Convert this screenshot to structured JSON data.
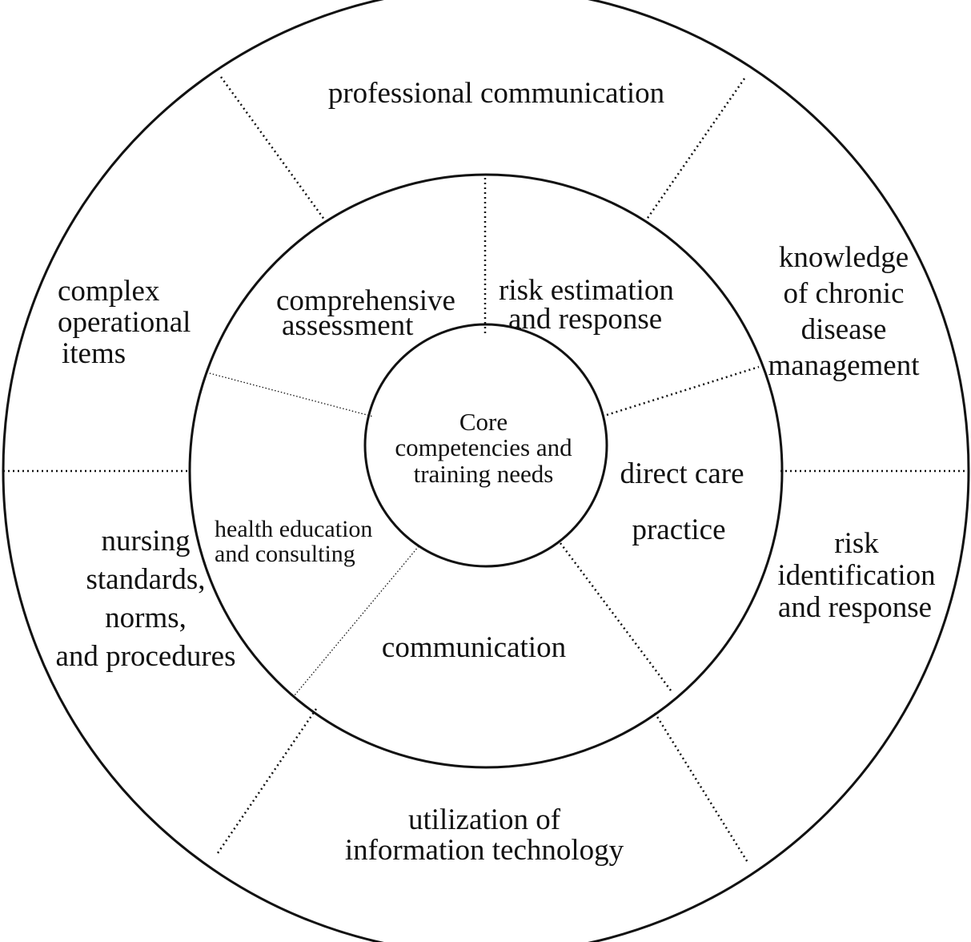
{
  "center": {
    "lines": [
      "Core",
      "competencies and",
      "training needs"
    ]
  },
  "middle_ring": {
    "comprehensive_assessment": [
      "comprehensive",
      "assessment"
    ],
    "risk_estimation": [
      "risk estimation",
      "and response"
    ],
    "direct_care": [
      "direct care",
      "practice"
    ],
    "communication": [
      "communication"
    ],
    "health_education": [
      "health education",
      "and consulting"
    ]
  },
  "outer_ring": {
    "professional_communication": [
      "professional communication"
    ],
    "chronic_disease": [
      "knowledge",
      "of chronic",
      "disease",
      "management"
    ],
    "risk_identification": [
      "risk",
      "identification",
      "and response"
    ],
    "information_technology": [
      "utilization of",
      "information technology"
    ],
    "nursing_standards": [
      "nursing",
      "standards,",
      "norms,",
      "and procedures"
    ],
    "complex_operational": [
      "complex",
      "operational",
      "items"
    ]
  }
}
